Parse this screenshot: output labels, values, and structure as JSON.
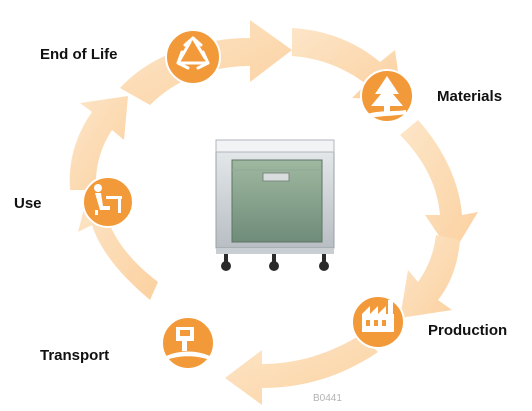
{
  "diagram": {
    "stages": [
      {
        "id": "end-of-life",
        "label": "End of Life",
        "icon": "recycle-icon"
      },
      {
        "id": "materials",
        "label": "Materials",
        "icon": "tree-icon"
      },
      {
        "id": "production",
        "label": "Production",
        "icon": "factory-icon"
      },
      {
        "id": "transport",
        "label": "Transport",
        "icon": "truck-icon"
      },
      {
        "id": "use",
        "label": "Use",
        "icon": "person-at-desk-icon"
      }
    ],
    "center_product": "printer-cabinet-image",
    "code": "B0441"
  },
  "colors": {
    "arrow": "#fcd3a4",
    "arrow_light": "#fde6cb",
    "icon": "#f29a3a",
    "text": "#111111"
  }
}
